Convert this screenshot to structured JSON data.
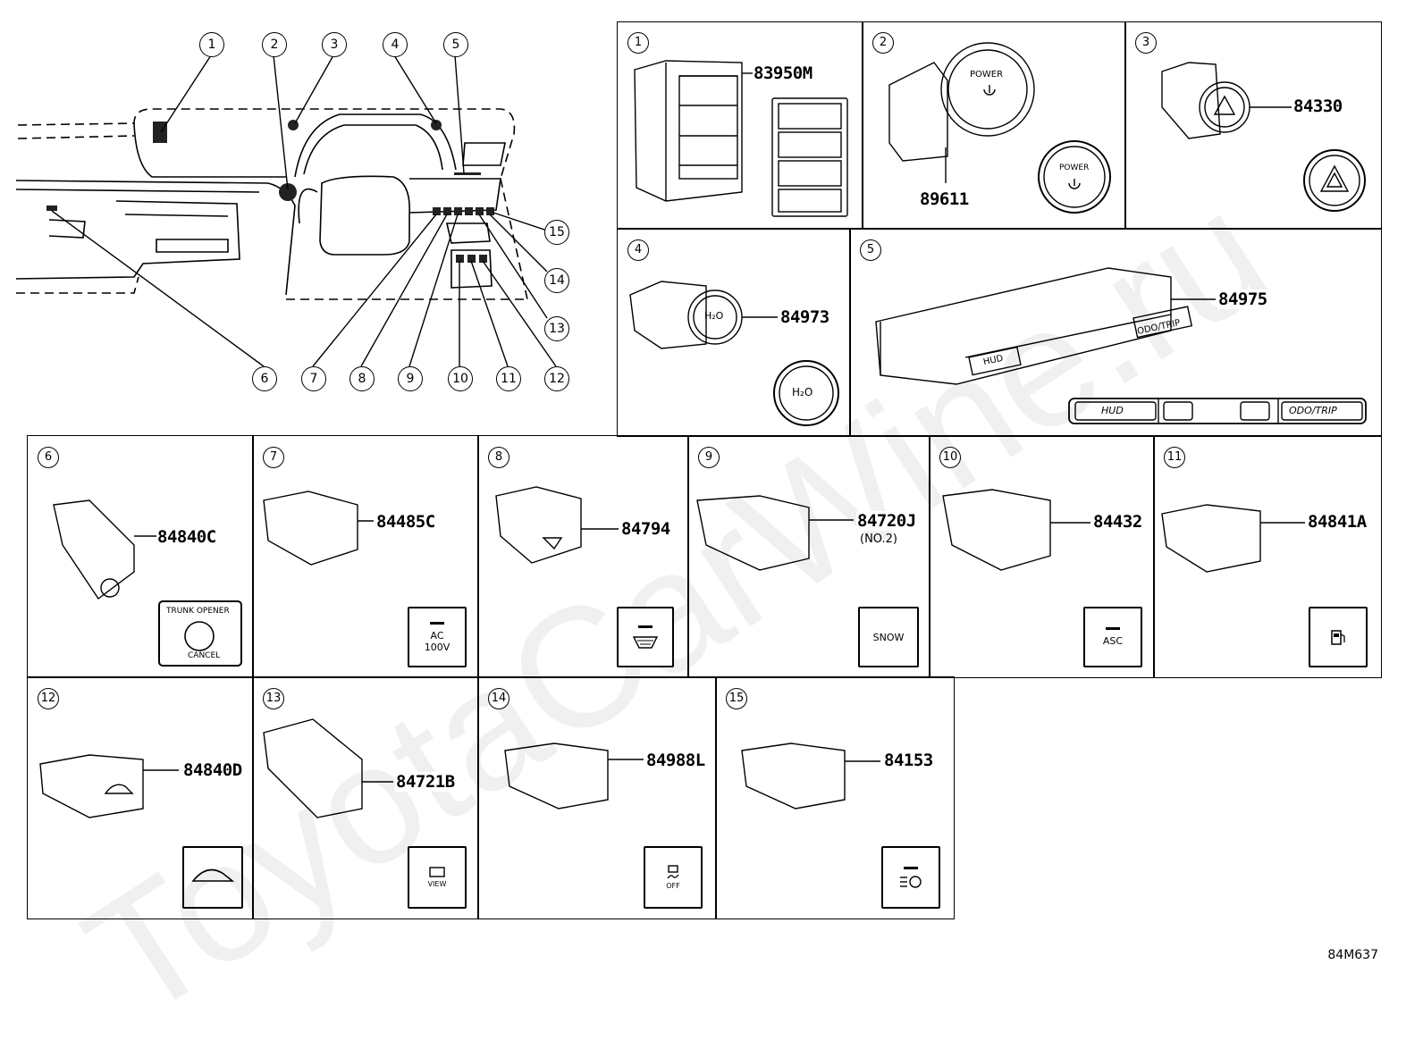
{
  "overview": {
    "callouts": [
      "1",
      "2",
      "3",
      "4",
      "5",
      "6",
      "7",
      "8",
      "9",
      "10",
      "11",
      "12",
      "13",
      "14",
      "15"
    ]
  },
  "panels": [
    {
      "id": "1",
      "part": "83950M"
    },
    {
      "id": "2",
      "part": "89611",
      "label1": "POWER",
      "label2": "POWER"
    },
    {
      "id": "3",
      "part": "84330"
    },
    {
      "id": "4",
      "part": "84973",
      "label1": "H₂O",
      "label2": "H₂O"
    },
    {
      "id": "5",
      "part": "84975",
      "buttons": [
        "HUD",
        "ODO/TRIP"
      ],
      "strip": [
        "HUD",
        "ODO/TRIP"
      ]
    },
    {
      "id": "6",
      "part": "84840C",
      "label1": "TRUNK OPENER",
      "label2": "CANCEL"
    },
    {
      "id": "7",
      "part": "84485C",
      "label1": "AC",
      "label2": "100V"
    },
    {
      "id": "8",
      "part": "84794"
    },
    {
      "id": "9",
      "part": "84720J",
      "sub": "(NO.2)",
      "label1": "SNOW"
    },
    {
      "id": "10",
      "part": "84432",
      "label1": "ASC"
    },
    {
      "id": "11",
      "part": "84841A"
    },
    {
      "id": "12",
      "part": "84840D"
    },
    {
      "id": "13",
      "part": "84721B",
      "label1": "VIEW"
    },
    {
      "id": "14",
      "part": "84988L",
      "label1": "OFF"
    },
    {
      "id": "15",
      "part": "84153"
    }
  ],
  "diagram_code": "84M637",
  "watermark": "ToyotaCarWine.ru"
}
